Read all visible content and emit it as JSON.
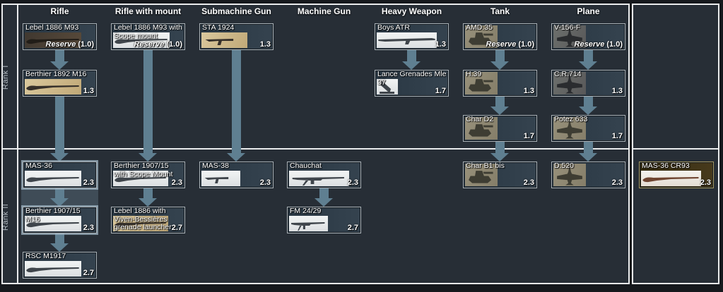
{
  "colors": {
    "background": "#272e36",
    "outer_background": "#16191d",
    "frame_line": "#e9ebec",
    "cell_background": "#2f3d4a",
    "cell_border": "#aab3b9",
    "arrow": "#5f7f91",
    "premium_cell_background": "#3d3315",
    "text": "#ffffff",
    "rank_label_text": "#aeb6bd"
  },
  "ranks": [
    "Rank I",
    "Rank II"
  ],
  "columns": [
    {
      "label": "Rifle"
    },
    {
      "label": "Rifle with mount"
    },
    {
      "label": "Submachine Gun"
    },
    {
      "label": "Machine Gun"
    },
    {
      "label": "Heavy Weapon"
    },
    {
      "label": "Tank"
    },
    {
      "label": "Plane"
    }
  ],
  "cells": [
    {
      "name": "Lebel 1886 M93",
      "reserve_label": "Reserve",
      "br": "(1.0)",
      "rank": "Rank I",
      "column": "Rifle"
    },
    {
      "name": "Berthier 1892 M16",
      "br": "1.3",
      "rank": "Rank I",
      "column": "Rifle"
    },
    {
      "name": "Lebel 1886 M93 with Scope mount",
      "reserve_label": "Reserve",
      "br": "(1.0)",
      "rank": "Rank I",
      "column": "Rifle with mount"
    },
    {
      "name": "STA 1924",
      "br": "1.3",
      "rank": "Rank I",
      "column": "Submachine Gun"
    },
    {
      "name": "Boys ATR",
      "br": "1.3",
      "rank": "Rank I",
      "column": "Heavy Weapon"
    },
    {
      "name": "Lance Grenades Mle 37",
      "br": "1.7",
      "rank": "Rank I",
      "column": "Heavy Weapon"
    },
    {
      "name": "AMD.35",
      "reserve_label": "Reserve",
      "br": "(1.0)",
      "rank": "Rank I",
      "column": "Tank"
    },
    {
      "name": "H.39",
      "br": "1.3",
      "rank": "Rank I",
      "column": "Tank"
    },
    {
      "name": "Char D2",
      "br": "1.7",
      "rank": "Rank I",
      "column": "Tank"
    },
    {
      "name": "V-156-F",
      "reserve_label": "Reserve",
      "br": "(1.0)",
      "rank": "Rank I",
      "column": "Plane"
    },
    {
      "name": "C.R.714",
      "br": "1.3",
      "rank": "Rank I",
      "column": "Plane"
    },
    {
      "name": "Potez 633",
      "br": "1.7",
      "rank": "Rank I",
      "column": "Plane"
    },
    {
      "name": "MAS-36",
      "br": "2.3",
      "rank": "Rank II",
      "column": "Rifle",
      "highlighted": true
    },
    {
      "name": "Berthier 1907/15 M16",
      "br": "2.3",
      "rank": "Rank II",
      "column": "Rifle",
      "highlighted": true
    },
    {
      "name": "RSC M1917",
      "br": "2.7",
      "rank": "Rank II",
      "column": "Rifle"
    },
    {
      "name": "Berthier 1907/15 with Scope Mount",
      "br": "2.3",
      "rank": "Rank II",
      "column": "Rifle with mount"
    },
    {
      "name": "Lebel 1886 with Viven-Bessières grenade launcher",
      "br": "2.7",
      "rank": "Rank II",
      "column": "Rifle with mount"
    },
    {
      "name": "MAS-38",
      "br": "2.3",
      "rank": "Rank II",
      "column": "Submachine Gun"
    },
    {
      "name": "Chauchat",
      "br": "2.3",
      "rank": "Rank II",
      "column": "Machine Gun"
    },
    {
      "name": "FM 24/29",
      "br": "2.7",
      "rank": "Rank II",
      "column": "Machine Gun"
    },
    {
      "name": "Char B1 bis",
      "br": "2.3",
      "rank": "Rank II",
      "column": "Tank"
    },
    {
      "name": "D.520",
      "br": "2.3",
      "rank": "Rank II",
      "column": "Plane"
    },
    {
      "name": "MAS-36 CR93",
      "br": "2.3",
      "rank": "Rank II",
      "column": "Premium",
      "premium": true
    }
  ],
  "connections": [
    {
      "from": "Lebel 1886 M93",
      "to": "Berthier 1892 M16"
    },
    {
      "from": "Berthier 1892 M16",
      "to": "MAS-36"
    },
    {
      "from": "MAS-36",
      "to": "Berthier 1907/15 M16"
    },
    {
      "from": "Berthier 1907/15 M16",
      "to": "RSC M1917"
    },
    {
      "from": "Lebel 1886 M93 with Scope mount",
      "to": "Berthier 1907/15 with Scope Mount"
    },
    {
      "from": "Berthier 1907/15 with Scope Mount",
      "to": "Lebel 1886 with Viven-Bessières grenade launcher"
    },
    {
      "from": "STA 1924",
      "to": "MAS-38"
    },
    {
      "from": "Chauchat",
      "to": "FM 24/29"
    },
    {
      "from": "Boys ATR",
      "to": "Lance Grenades Mle 37"
    },
    {
      "from": "AMD.35",
      "to": "H.39"
    },
    {
      "from": "H.39",
      "to": "Char D2"
    },
    {
      "from": "Char D2",
      "to": "Char B1 bis"
    },
    {
      "from": "V-156-F",
      "to": "C.R.714"
    },
    {
      "from": "C.R.714",
      "to": "Potez 633"
    },
    {
      "from": "Potez 633",
      "to": "D.520"
    }
  ]
}
